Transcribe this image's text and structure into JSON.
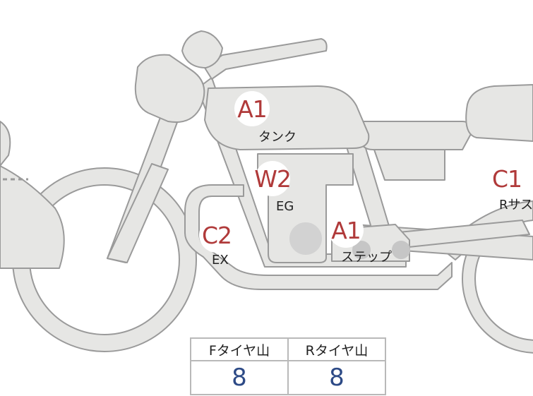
{
  "colors": {
    "badge_text": "#b03a3a",
    "part_fill": "#e6e6e4",
    "part_stroke": "#9a9a9a",
    "table_value": "#2d4a86"
  },
  "inspection_marks": [
    {
      "id": "tank",
      "grade": "A1",
      "label": "タンク"
    },
    {
      "id": "engine",
      "grade": "W2",
      "label": "EG"
    },
    {
      "id": "step",
      "grade": "A1",
      "label": "ステップ"
    },
    {
      "id": "exhaust",
      "grade": "C2",
      "label": "EX"
    },
    {
      "id": "rear-suspension",
      "grade": "C1",
      "label": "Rサス"
    }
  ],
  "tire_table": {
    "front_header": "Fタイヤ山",
    "rear_header": "Rタイヤ山",
    "front_value": "8",
    "rear_value": "8"
  }
}
